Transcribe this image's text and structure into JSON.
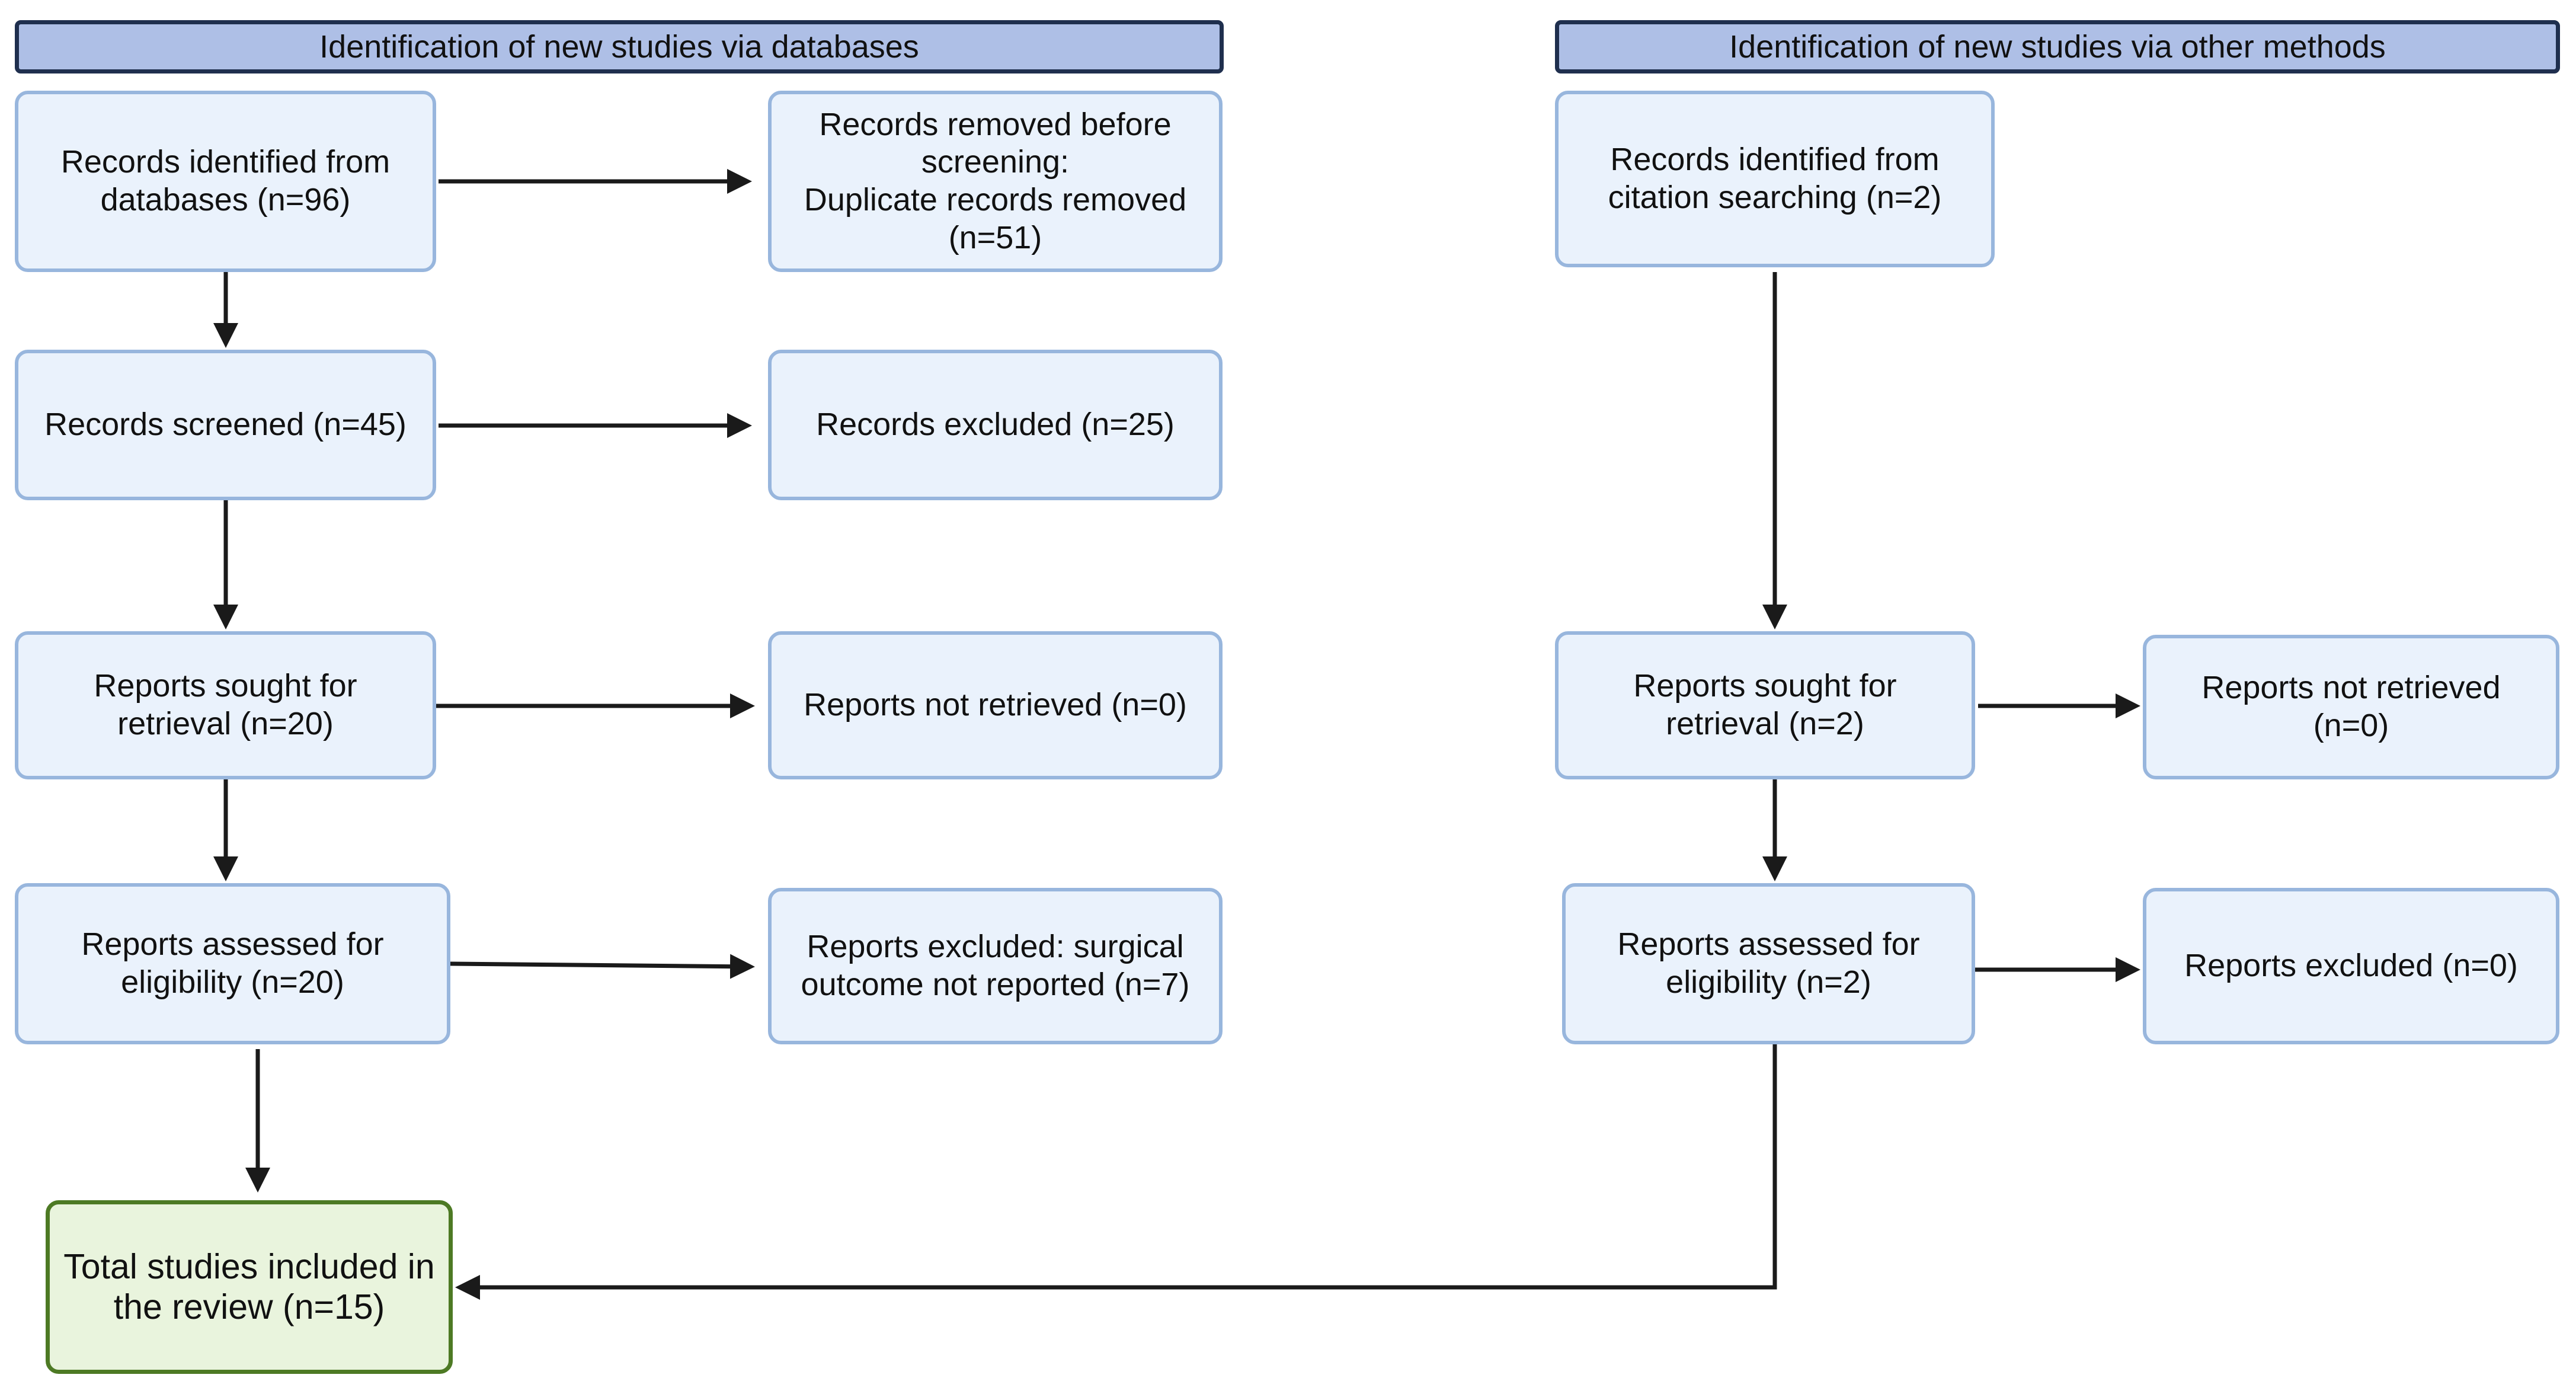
{
  "headers": {
    "databases": "Identification of new studies via databases",
    "other_methods": "Identification of new studies via other methods"
  },
  "databases": {
    "identified": "Records identified from\ndatabases (n=96)",
    "removed": "Records removed before\nscreening:\nDuplicate records removed\n(n=51)",
    "screened": "Records screened (n=45)",
    "excluded": "Records excluded (n=25)",
    "sought": "Reports sought for\nretrieval (n=20)",
    "not_retrieved": "Reports not retrieved (n=0)",
    "assessed": "Reports assessed for\neligibility (n=20)",
    "reports_excluded": "Reports excluded: surgical\noutcome not reported (n=7)"
  },
  "other_methods": {
    "identified": "Records identified from\ncitation searching (n=2)",
    "sought": "Reports sought for\nretrieval (n=2)",
    "not_retrieved": "Reports not retrieved\n(n=0)",
    "assessed": "Reports assessed for\neligibility (n=2)",
    "reports_excluded": "Reports excluded (n=0)"
  },
  "included": "Total studies included in\nthe review (n=15)"
}
